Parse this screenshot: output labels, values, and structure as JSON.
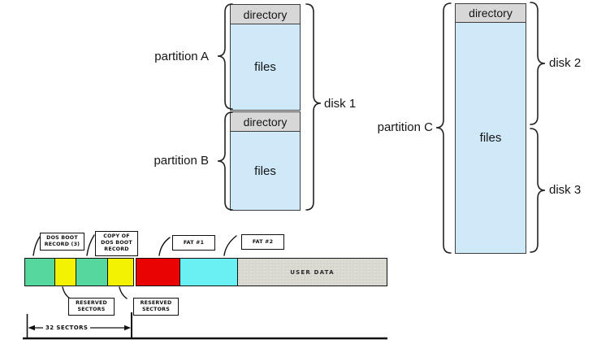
{
  "palette": {
    "directory_fill": "#d7d7d7",
    "files_fill": "#d0e9f9",
    "line": "#1a1a1a"
  },
  "diagram": {
    "disk1": {
      "label": "disk 1",
      "partitions": [
        {
          "label": "partition A",
          "directory": "directory",
          "files": "files"
        },
        {
          "label": "partition B",
          "directory": "directory",
          "files": "files"
        }
      ]
    },
    "disk23": {
      "partition_label": "partition C",
      "directory": "directory",
      "files": "files",
      "disk2_label": "disk 2",
      "disk3_label": "disk 3"
    }
  },
  "fat": {
    "segments": [
      {
        "name": "dos-boot-record",
        "color": "#55d79e"
      },
      {
        "name": "reserved-sectors-1",
        "color": "#f4f203"
      },
      {
        "name": "copy-of-dos-boot-record",
        "color": "#55d79e"
      },
      {
        "name": "reserved-sectors-2",
        "color": "#f4f203"
      },
      {
        "name": "fat-1",
        "color": "#e90303"
      },
      {
        "name": "fat-2",
        "color": "#68f0f2"
      },
      {
        "name": "user-data",
        "color": "#dcdbd3",
        "label": "USER DATA"
      }
    ],
    "callouts": {
      "dos_boot": [
        "DOS BOOT",
        "RECORD (3)"
      ],
      "copy_dos_boot": [
        "COPY OF",
        "DOS BOOT",
        "RECORD"
      ],
      "fat1": [
        "FAT #1"
      ],
      "fat2": [
        "FAT #2"
      ],
      "reserved1": [
        "RESERVED",
        "SECTORS"
      ],
      "reserved2": [
        "RESERVED",
        "SECTORS"
      ]
    },
    "measurement_label": "32 SECTORS"
  }
}
